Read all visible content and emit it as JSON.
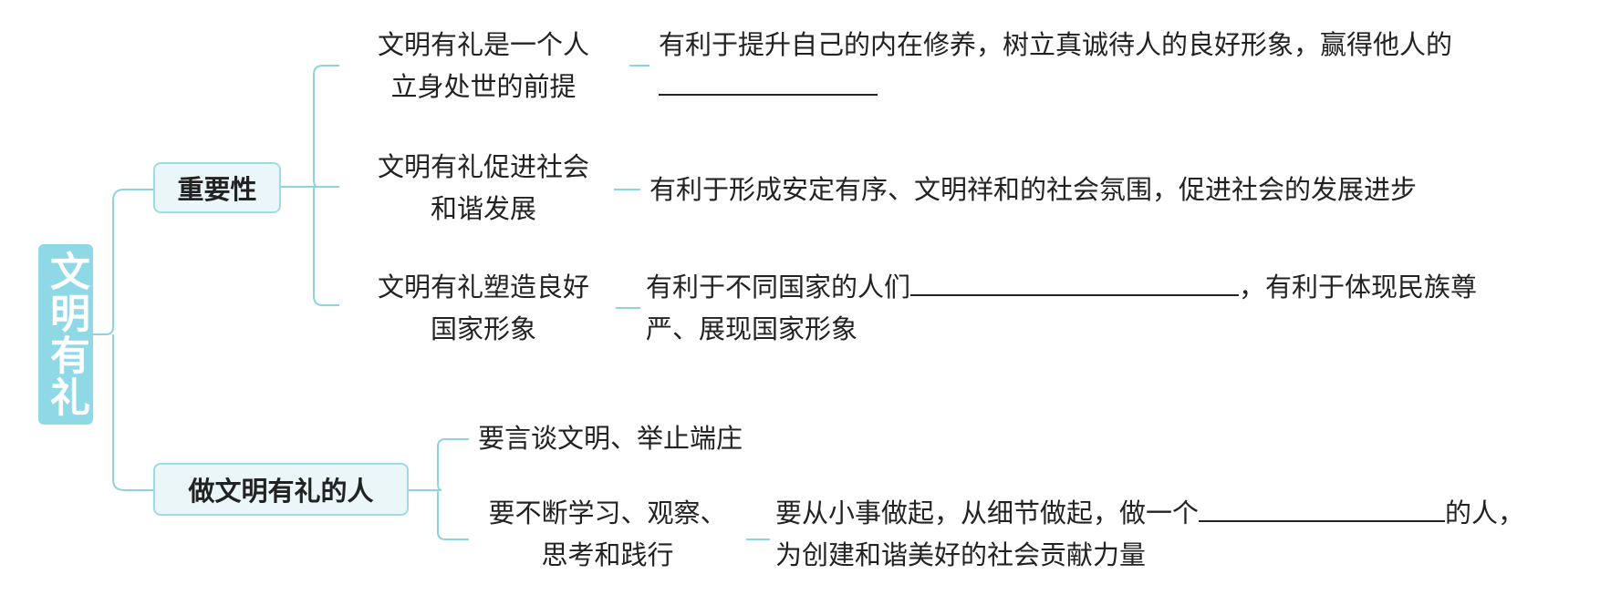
{
  "root": "文明有礼",
  "importance": {
    "label": "重要性",
    "items": [
      {
        "topic_line1": "文明有礼是一个人",
        "topic_line2": "立身处世的前提",
        "detail_line1": "有利于提升自己的内在修养，树立真诚待人的良好形象，赢得他人的",
        "detail_line2": ""
      },
      {
        "topic_line1": "文明有礼促进社会",
        "topic_line2": "和谐发展",
        "detail_line1": "有利于形成安定有序、文明祥和的社会氛围，促进社会的发展进步"
      },
      {
        "topic_line1": "文明有礼塑造良好",
        "topic_line2": "国家形象",
        "detail_pre": "有利于不同国家的人们",
        "detail_post": "，有利于体现民族尊",
        "detail_line2": "严、展现国家形象"
      }
    ]
  },
  "how": {
    "label": "做文明有礼的人",
    "items": [
      {
        "text": "要言谈文明、举止端庄"
      },
      {
        "topic_line1": "要不断学习、观察、",
        "topic_line2": "思考和践行",
        "detail_pre": "要从小事做起，从细节做起，做一个",
        "detail_post": "的人，",
        "detail_line2": "为创建和谐美好的社会贡献力量"
      }
    ]
  },
  "colors": {
    "line": "#8fd3df",
    "box_fill": "#eaf6f8",
    "box_border": "#9fdbe6",
    "root_fill": "#8fd8e6"
  }
}
